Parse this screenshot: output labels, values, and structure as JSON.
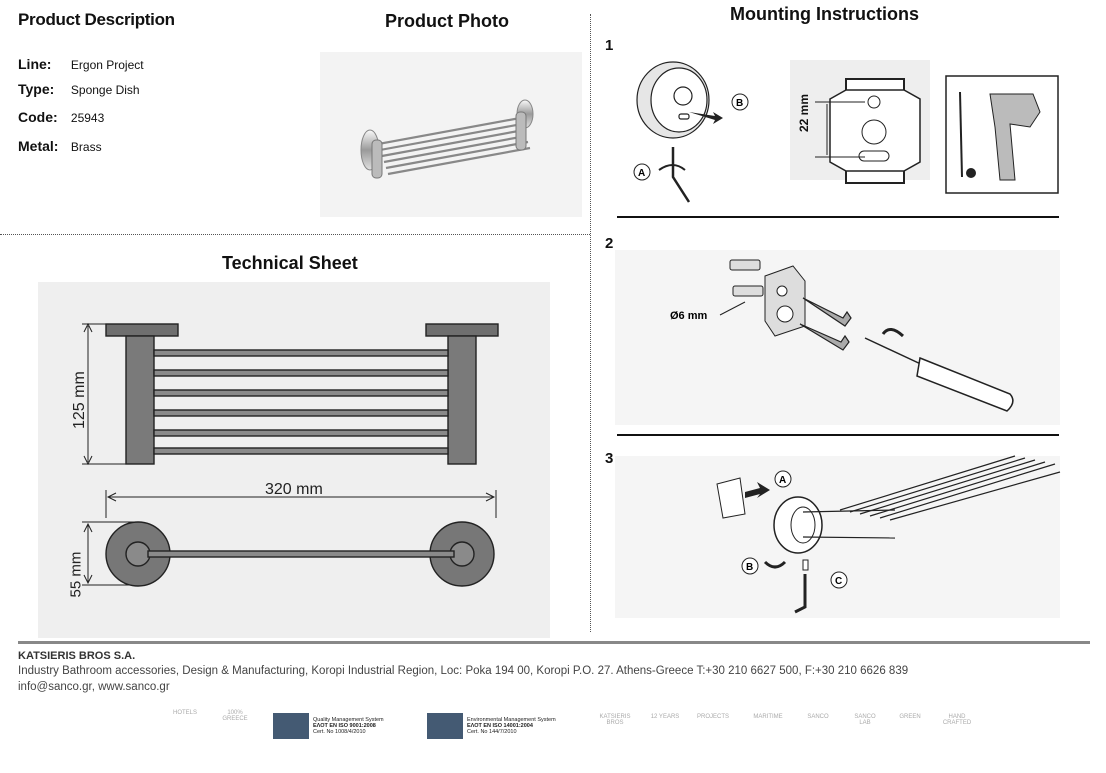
{
  "product_description": {
    "title": "Product Description",
    "rows": [
      {
        "label": "Line:",
        "value": "Ergon Project"
      },
      {
        "label": "Type:",
        "value": "Sponge Dish"
      },
      {
        "label": "Code:",
        "value": "25943"
      },
      {
        "label": "Metal:",
        "value": "Brass"
      }
    ]
  },
  "product_photo": {
    "title": "Product Photo"
  },
  "technical_sheet": {
    "title": "Technical Sheet",
    "height_label": "125 mm",
    "width_label": "320 mm",
    "depth_label": "55 mm"
  },
  "mounting": {
    "title": "Mounting Instructions",
    "steps": [
      {
        "num": "1",
        "labels": {
          "a": "A",
          "b": "B",
          "dim": "22 mm"
        }
      },
      {
        "num": "2",
        "labels": {
          "dia": "Ø6 mm"
        }
      },
      {
        "num": "3",
        "labels": {
          "a": "A",
          "b": "B",
          "c": "C"
        }
      }
    ]
  },
  "footer": {
    "company": "KATSIERIS BROS S.A.",
    "line1": "Industry Bathroom accessories, Design & Manufacturing, Koropi Industrial Region, Loc: Poka 194 00, Koropi P.O. 27. Athens-Greece   T:+30 210 6627 500, F:+30 210 6626 839",
    "line2": "info@sanco.gr, www.sanco.gr",
    "cert1": {
      "title": "Quality Management System",
      "std": "ΕΛΟΤ EN ISO 9001:2008",
      "no": "Cert. No 1008/4/2010"
    },
    "cert2": {
      "title": "Environmental Management System",
      "std": "ΕΛΟΤ EN ISO 14001:2004",
      "no": "Cert. No 144/7/2010"
    },
    "badges": [
      "HOTELS",
      "100% GREECE",
      "KATSIERIS BROS",
      "12 YEARS",
      "PROJECTS",
      "MARITIME",
      "SANCO",
      "SANCO LAB",
      "GREEN",
      "HAND CRAFTED"
    ]
  }
}
